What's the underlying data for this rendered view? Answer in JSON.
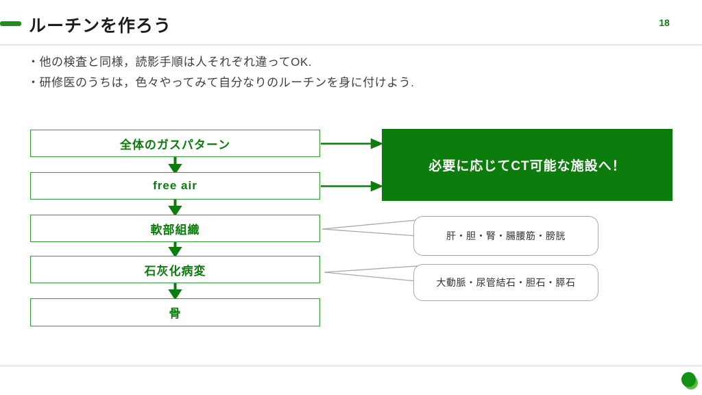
{
  "page": {
    "title": "ルーチンを作ろう",
    "page_number": "18"
  },
  "bullets": [
    "・他の検査と同様，読影手順は人それぞれ違ってOK.",
    "・研修医のうちは，色々やってみて自分なりのルーチンを身に付けよう."
  ],
  "flowchart": {
    "steps": [
      {
        "label": "全体のガスパターン"
      },
      {
        "label": "free air"
      },
      {
        "label": "軟部組織"
      },
      {
        "label": "石灰化病変"
      },
      {
        "label": "骨"
      }
    ],
    "action_box": "必要に応じてCT可能な施設へ！",
    "callouts": [
      {
        "text": "肝・胆・腎・腸腰筋・膀胱"
      },
      {
        "text": "大動脈・尿管結石・胆石・膵石"
      }
    ]
  },
  "colors": {
    "accent_green": "#0c7d0c",
    "box_border_green": "#2f9e2f",
    "callout_border_gray": "#a9a9a9",
    "rule_gray": "#ececec",
    "logo_green_dark": "#149114",
    "logo_green_light": "#5fbe3c"
  }
}
